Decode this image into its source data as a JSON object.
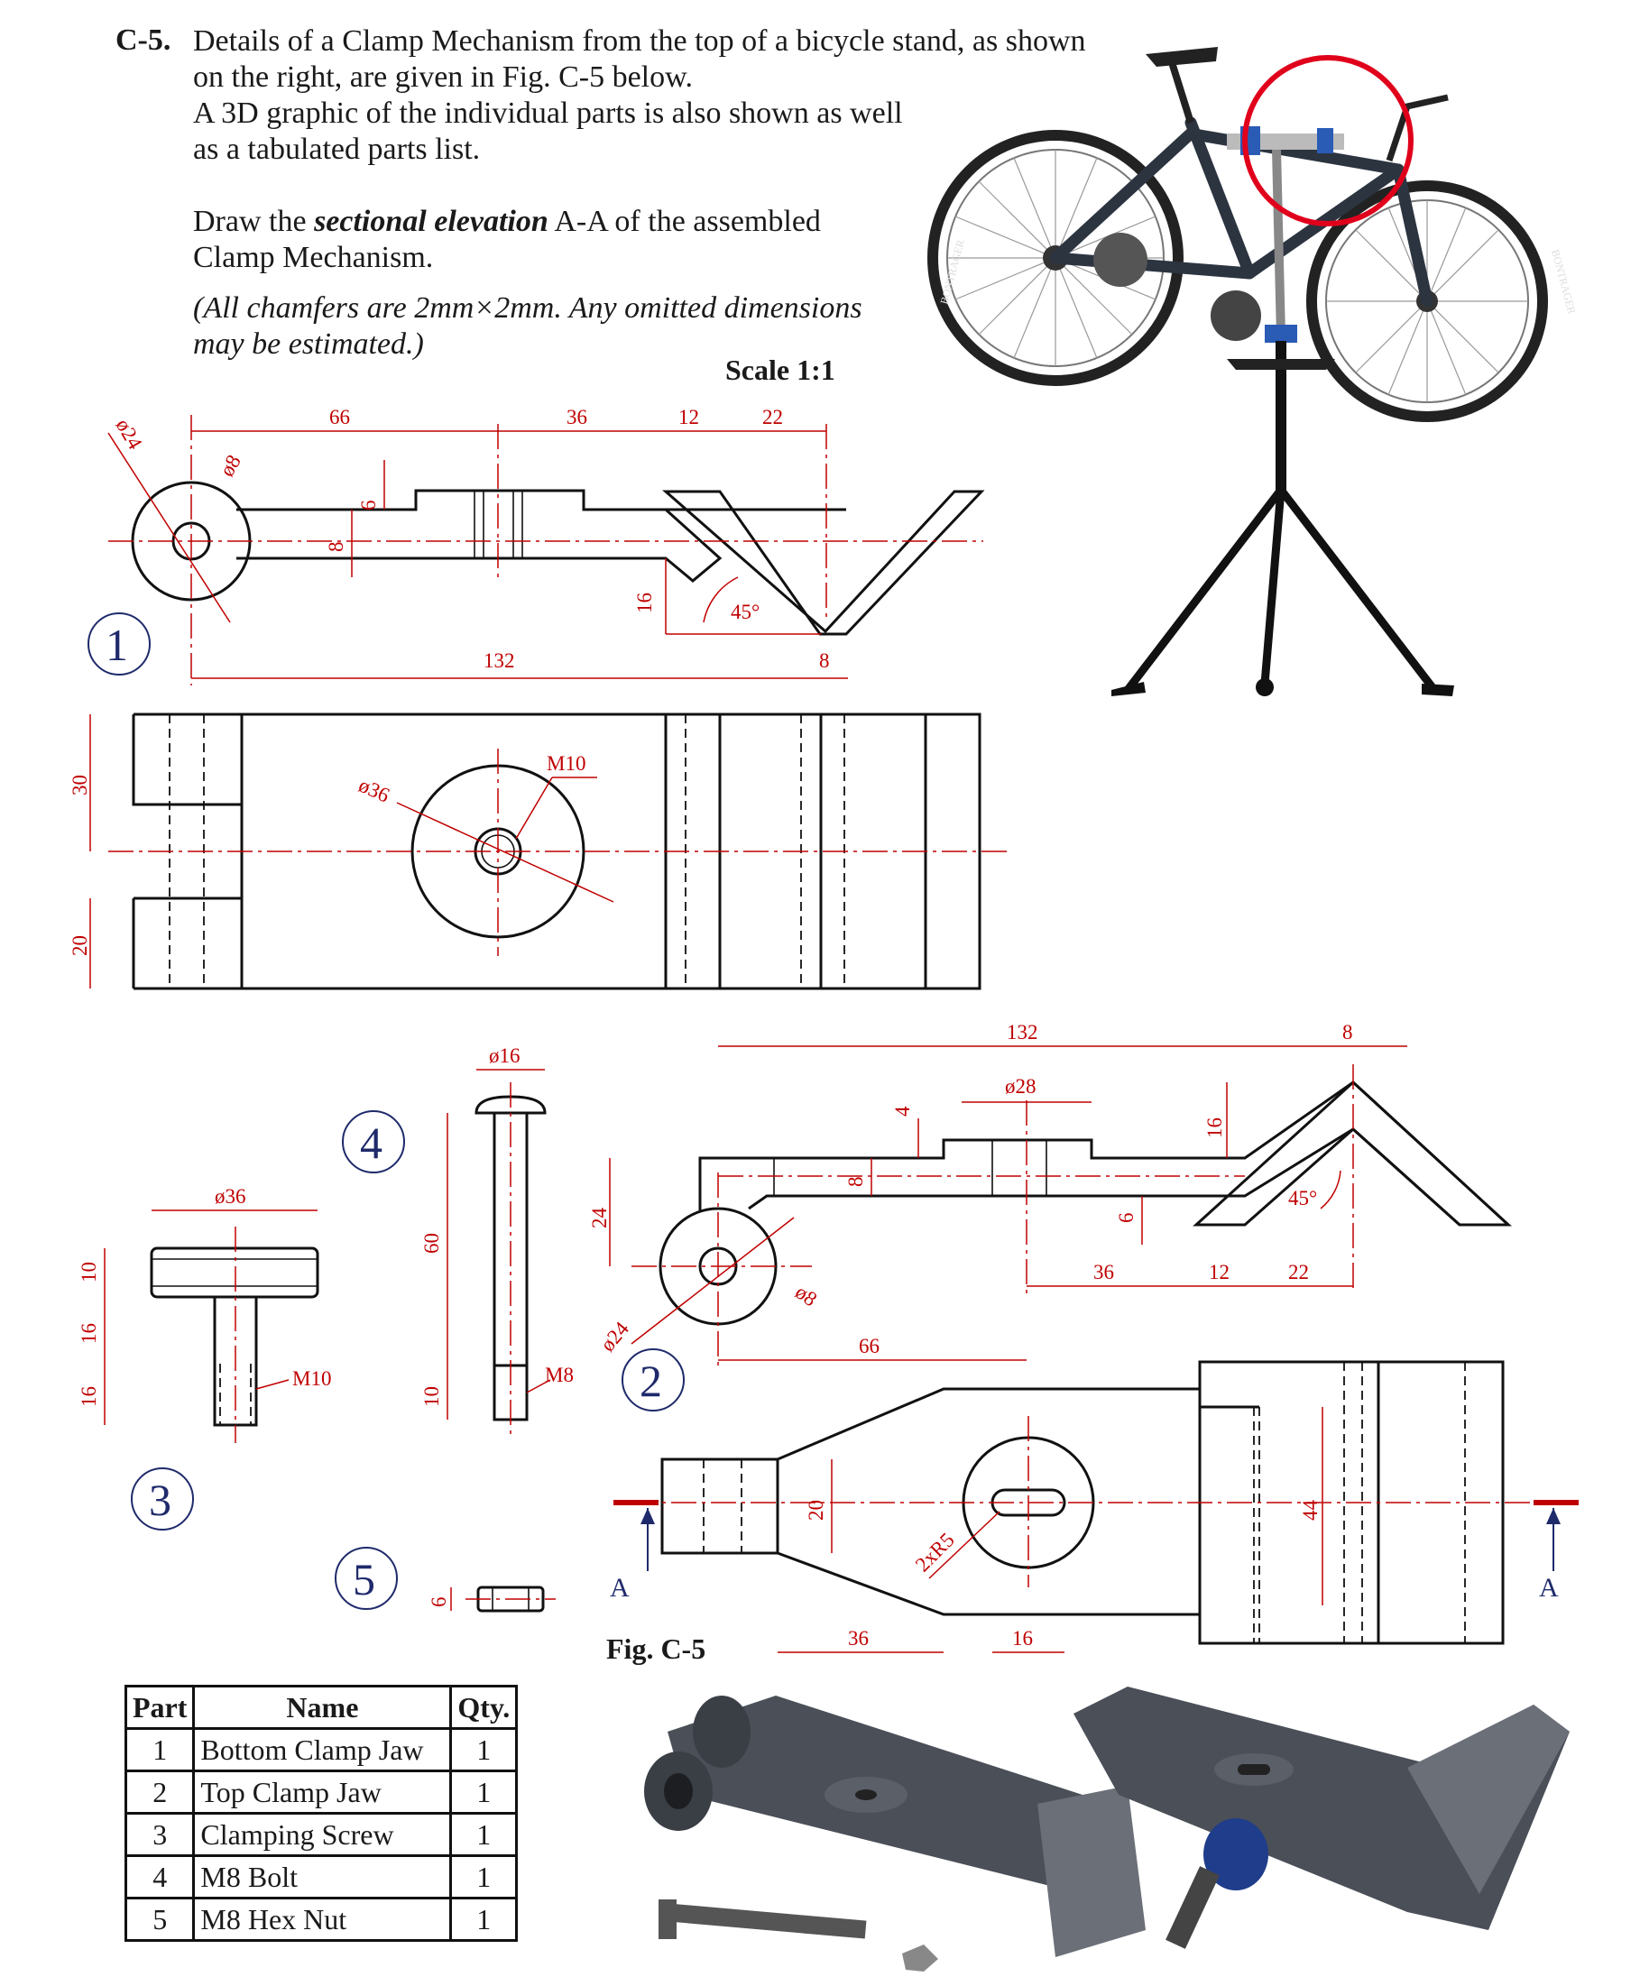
{
  "question": {
    "number": "C-5.",
    "line1": "Details of a Clamp Mechanism from the top of a bicycle stand, as shown",
    "line2": "on the right, are given in Fig. C-5 below.",
    "line3": "A 3D graphic of the individual parts is also shown as well",
    "line4": "as a tabulated parts list.",
    "instr_pre": "Draw the ",
    "instr_em": "sectional elevation",
    "instr_post": " A-A of the assembled",
    "instr_line2": "Clamp Mechanism.",
    "note1": "(All chamfers are 2mm×2mm. Any omitted dimensions",
    "note2": "may be estimated.)",
    "scale": "Scale 1:1",
    "fig_label": "Fig. C-5"
  },
  "part_numbers": [
    "1",
    "2",
    "3",
    "4",
    "5"
  ],
  "section_label": "A",
  "dimensions": {
    "p1_elev": [
      "ø24",
      "ø8",
      "66",
      "36",
      "12",
      "22",
      "6",
      "8",
      "16",
      "45°",
      "132",
      "8"
    ],
    "p1_plan": [
      "30",
      "20",
      "M10",
      "ø36"
    ],
    "p2_elev": [
      "132",
      "8",
      "ø28",
      "4",
      "16",
      "8",
      "6",
      "45°",
      "24",
      "36",
      "12",
      "22",
      "ø24",
      "ø8",
      "66"
    ],
    "p2_plan": [
      "20",
      "2xR5",
      "44",
      "36",
      "16"
    ],
    "p3": [
      "ø36",
      "10",
      "16",
      "16",
      "M10"
    ],
    "p4": [
      "ø16",
      "60",
      "10",
      "M8"
    ],
    "p5": [
      "6"
    ]
  },
  "parts_list": {
    "headers": [
      "Part",
      "Name",
      "Qty."
    ],
    "rows": [
      [
        "1",
        "Bottom Clamp Jaw",
        "1"
      ],
      [
        "2",
        "Top Clamp Jaw",
        "1"
      ],
      [
        "3",
        "Clamping Screw",
        "1"
      ],
      [
        "4",
        "M8 Bolt",
        "1"
      ],
      [
        "5",
        "M8 Hex Nut",
        "1"
      ]
    ]
  },
  "bike_photo": {
    "tire_text": "BONTRAGER"
  },
  "colors": {
    "dimension": "#c00000",
    "balloon": "#1f2a6b",
    "highlight": "#e0001b",
    "stand_blue": "#2a5bb5"
  }
}
